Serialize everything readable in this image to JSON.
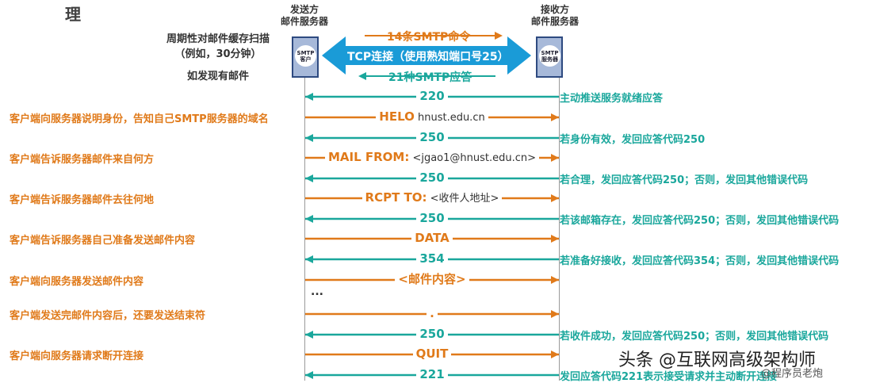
{
  "title_fragment": "理",
  "sender_host": {
    "label_line1": "发送方",
    "label_line2": "邮件服务器",
    "box_line1": "SMTP",
    "box_line2": "客户"
  },
  "receiver_host": {
    "label_line1": "接收方",
    "label_line2": "邮件服务器",
    "box_line1": "SMTP",
    "box_line2": "服务器"
  },
  "connection_banner": {
    "commands_label": "14条SMTP命令",
    "tcp_label": "TCP连接（使用熟知端口号25）",
    "responses_label": "21种SMTP应答"
  },
  "scan_note": {
    "line1": "周期性对邮件缓存扫描",
    "line2": "（例如，30分钟）",
    "line3": "如发现有邮件"
  },
  "colors": {
    "command": "#e07a1a",
    "reply": "#1aa79c",
    "tcp_band": "#1a9bd7",
    "host_box": "#a7b9d9"
  },
  "exchanges": [
    {
      "kind": "reply",
      "label": "220",
      "right_desc": "主动推送服务就绪应答"
    },
    {
      "kind": "command",
      "label_bold": "HELO",
      "label_plain": " hnust.edu.cn",
      "left_desc": "客户端向服务器说明身份，告知自己SMTP服务器的域名"
    },
    {
      "kind": "reply",
      "label": "250",
      "right_desc": "若身份有效，发回应答代码250"
    },
    {
      "kind": "command",
      "label_bold": "MAIL FROM:",
      "label_plain": " <jgao1@hnust.edu.cn>",
      "left_desc": "客户端告诉服务器邮件来自何方"
    },
    {
      "kind": "reply",
      "label": "250",
      "right_desc": "若合理，发回应答代码250；否则，发回其他错误代码"
    },
    {
      "kind": "command",
      "label_bold": "RCPT TO:",
      "label_plain": " <收件人地址>",
      "left_desc": "客户端告诉服务器邮件去往何地"
    },
    {
      "kind": "reply",
      "label": "250",
      "right_desc": "若该邮箱存在，发回应答代码250；否则，发回其他错误代码"
    },
    {
      "kind": "command",
      "label_bold": "DATA",
      "label_plain": "",
      "left_desc": "客户端告诉服务器自己准备发送邮件内容"
    },
    {
      "kind": "reply",
      "label": "354",
      "right_desc": "若准备好接收，发回应答代码354；否则，发回其他错误代码"
    },
    {
      "kind": "command",
      "label_bold": "<邮件内容>",
      "label_plain": "",
      "left_desc": "客户端向服务器发送邮件内容"
    },
    {
      "kind": "ellipsis",
      "label": "..."
    },
    {
      "kind": "command",
      "label_bold": ".",
      "label_plain": "",
      "left_desc": "客户端发送完邮件内容后，还要发送结束符"
    },
    {
      "kind": "reply",
      "label": "250",
      "right_desc": "若收件成功，发回应答代码250；否则，发回其他错误代码"
    },
    {
      "kind": "command",
      "label_bold": "QUIT",
      "label_plain": "",
      "left_desc": "客户端向服务器请求断开连接"
    },
    {
      "kind": "reply",
      "label": "221",
      "right_desc": "发回应答代码221表示接受请求并主动断开连接"
    }
  ],
  "watermark": {
    "main": "头条 @互联网高级架构师",
    "sub": "@程序员老炮"
  }
}
